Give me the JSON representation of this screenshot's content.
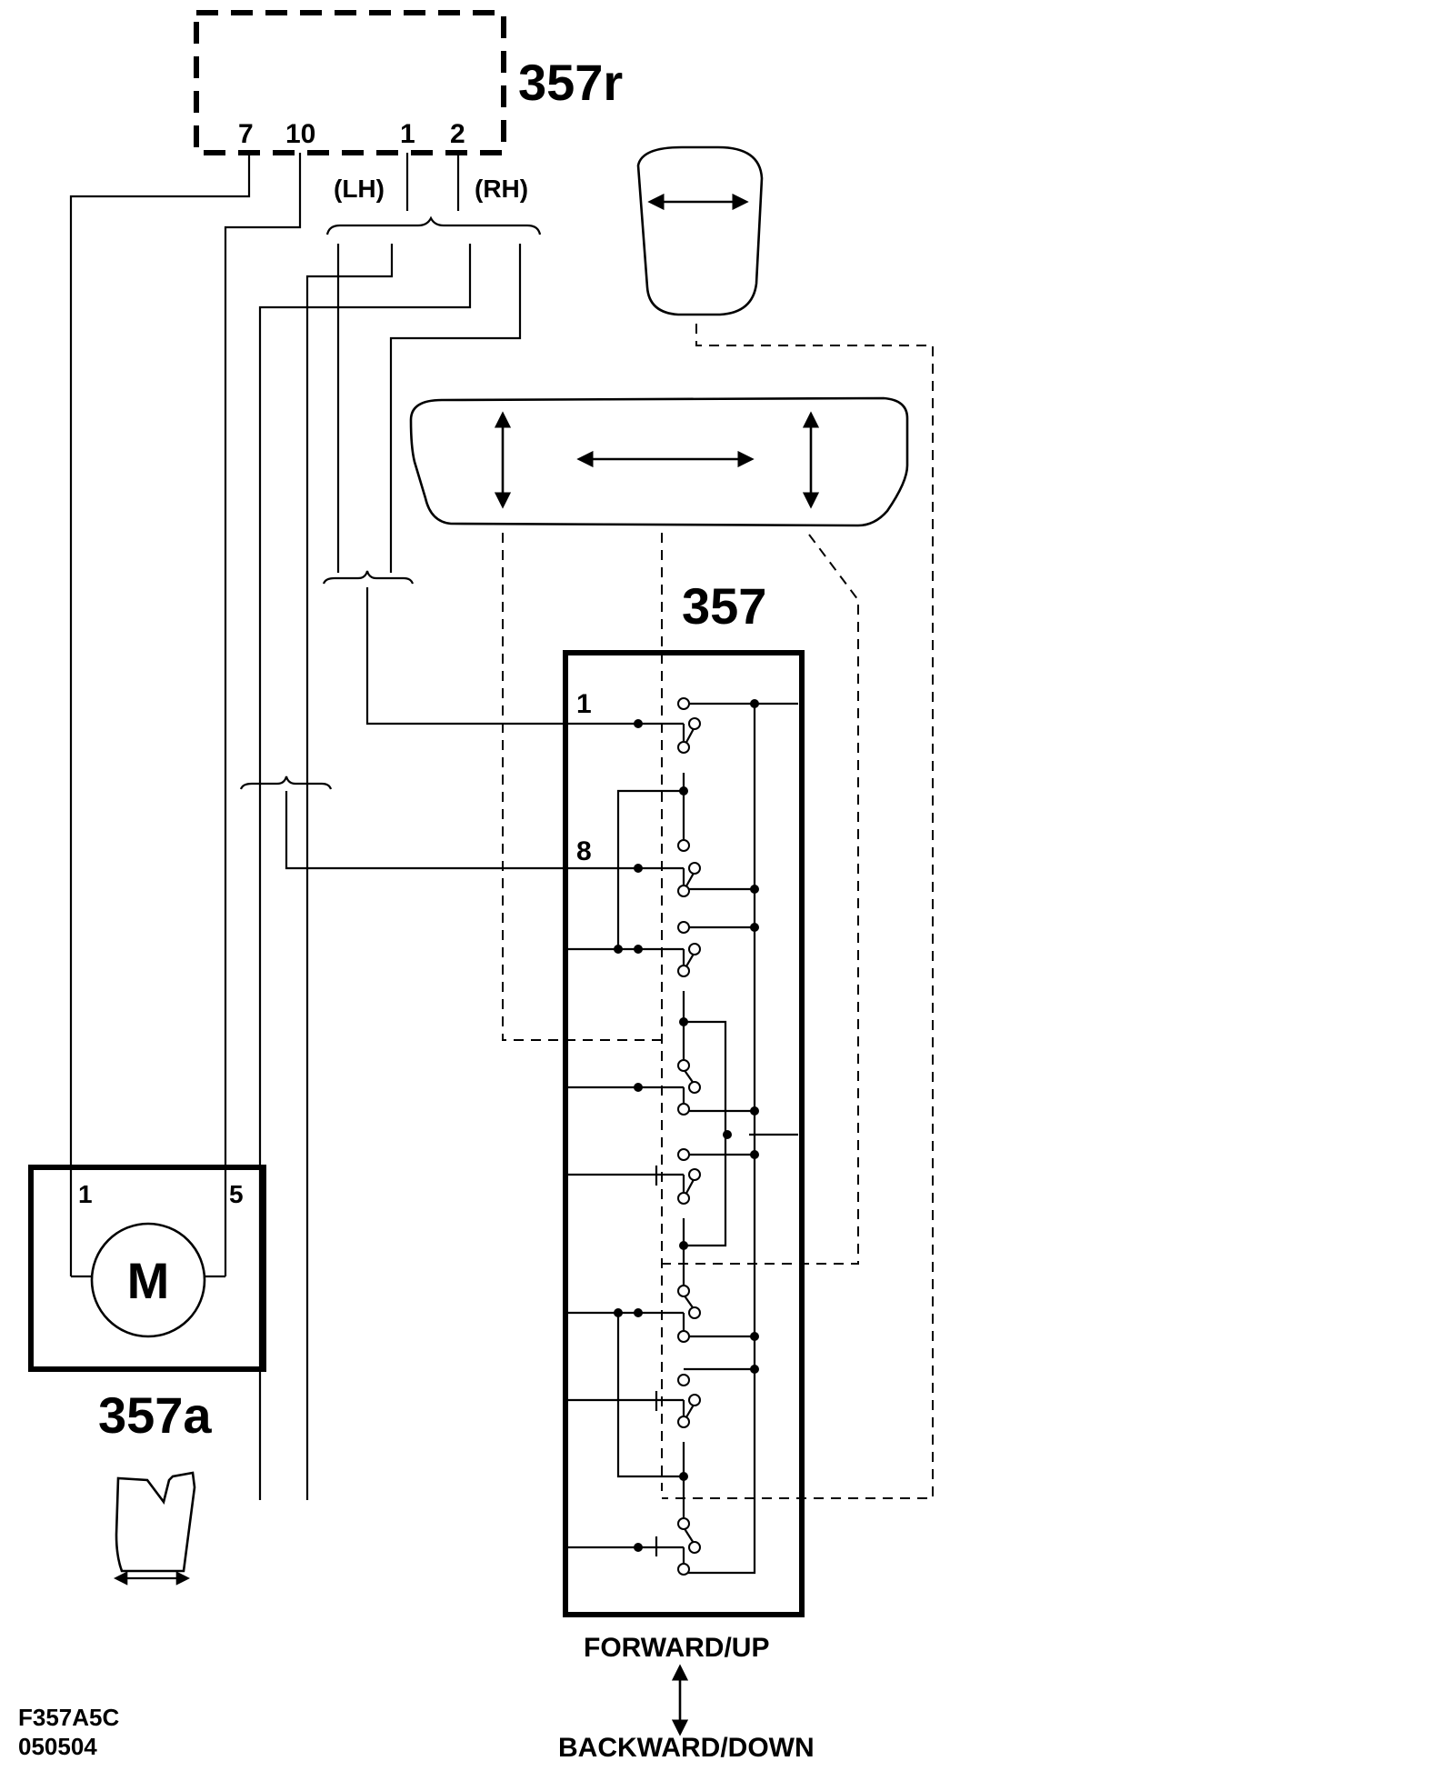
{
  "components": {
    "relay_module": {
      "ref": "357r",
      "pins": [
        "7",
        "10",
        "1",
        "2"
      ],
      "sides": [
        "(LH)",
        "(RH)"
      ]
    },
    "switch": {
      "ref": "357",
      "pins": [
        "1",
        "8"
      ]
    },
    "motor": {
      "ref": "357a",
      "symbol": "M",
      "pins": [
        "1",
        "5"
      ]
    }
  },
  "direction": {
    "forward": "FORWARD/UP",
    "backward": "BACKWARD/DOWN"
  },
  "figure": {
    "code": "F357A5C",
    "date": "050504"
  },
  "icons": [
    "double-arrow-icon",
    "seat-icon",
    "vertical-double-arrow-icon"
  ]
}
